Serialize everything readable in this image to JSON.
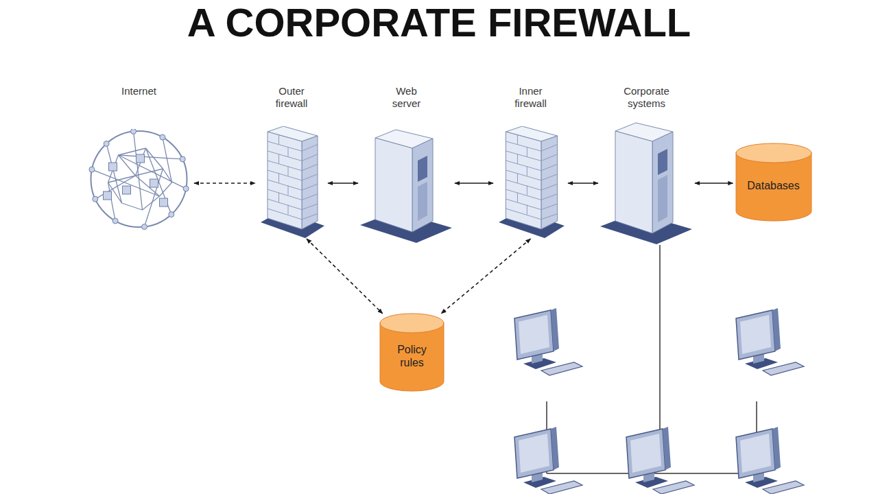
{
  "diagram": {
    "title": "A CORPORATE FIREWALL",
    "nodes": [
      {
        "text": [
          "Internet"
        ]
      },
      {
        "text": [
          "Outer firewall"
        ]
      },
      {
        "text": [
          "Web server"
        ]
      },
      {
        "text": [
          "Inner firewall"
        ]
      },
      {
        "text": [
          "Corporate systems"
        ]
      },
      {
        "text": [
          "Databases"
        ]
      },
      {
        "text": [
          "Policy rules"
        ]
      }
    ],
    "edges": [
      {
        "from": 0,
        "to": 1,
        "arrow": "both"
      },
      {
        "from": 1,
        "to": 2,
        "arrow": "both"
      },
      {
        "from": 2,
        "to": 3,
        "arrow": "both"
      },
      {
        "from": 3,
        "to": 4,
        "arrow": "both"
      },
      {
        "from": 4,
        "to": 5,
        "arrow": "both"
      },
      {
        "from": 1,
        "to": 6,
        "arrow": "both"
      },
      {
        "from": 3,
        "to": 6,
        "arrow": "both"
      }
    ]
  }
}
